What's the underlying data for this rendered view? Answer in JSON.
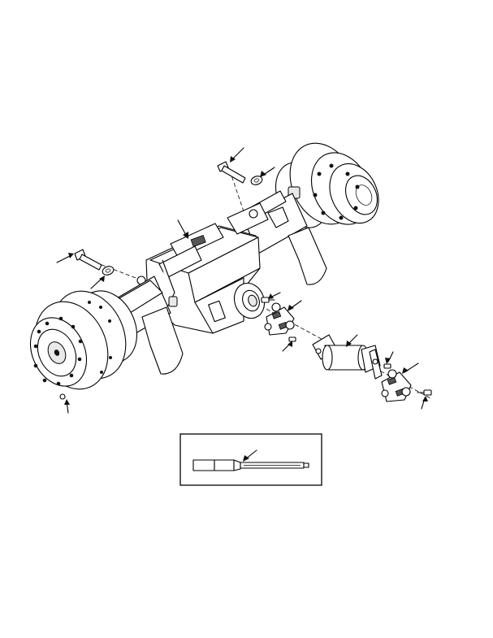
{
  "figure": {
    "description_labels": [],
    "callouts": [
      {
        "id": "bolt-upper-right"
      },
      {
        "id": "washer-upper-right"
      },
      {
        "id": "axle-housing"
      },
      {
        "id": "bolt-upper-left"
      },
      {
        "id": "washer-upper-left"
      },
      {
        "id": "screw-flange"
      },
      {
        "id": "yoke-front"
      },
      {
        "id": "bolt-yoke"
      },
      {
        "id": "drive-shaft"
      },
      {
        "id": "screw-rear-yoke"
      },
      {
        "id": "yoke-rear"
      },
      {
        "id": "bolt-rear-yoke"
      },
      {
        "id": "hub-stud"
      },
      {
        "id": "tool-inset"
      }
    ]
  },
  "colors": {
    "line": "#000000",
    "paper": "#ffffff",
    "shade": "#e9e9e9"
  }
}
